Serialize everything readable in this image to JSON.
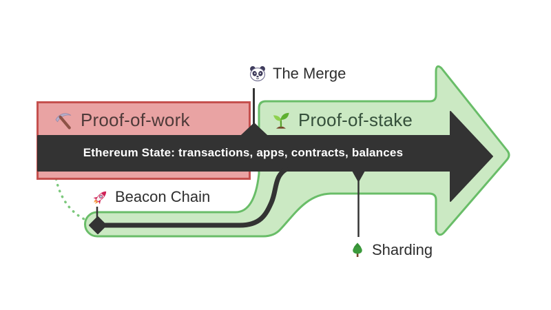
{
  "diagram_title": "Ethereum transition from Proof-of-work to Proof-of-stake",
  "colors": {
    "background": "#ffffff",
    "pow_fill": "#e9a3a3",
    "pow_border": "#c5504e",
    "pow_text": "#4e3a39",
    "pos_fill": "#cbe9c3",
    "pos_border": "#69bd68",
    "pos_text": "#35503b",
    "dark": "#333333",
    "state_text": "#ffffff",
    "milestone_text": "#2e2e2e",
    "dashed_link": "#7cc87c"
  },
  "pow": {
    "label": "Proof-of-work",
    "icon": "pickaxe-icon",
    "glyph": "⛏️"
  },
  "pos": {
    "label": "Proof-of-stake",
    "icon": "seedling-icon",
    "glyph": "🌱"
  },
  "state_bar": {
    "label": "Ethereum State: transactions, apps, contracts, balances"
  },
  "milestones": {
    "merge": {
      "label": "The Merge",
      "icon": "panda-icon",
      "glyph": "🐼"
    },
    "beacon": {
      "label": "Beacon Chain",
      "icon": "rocket-icon",
      "glyph": "🚀"
    },
    "sharding": {
      "label": "Sharding",
      "icon": "tree-icon",
      "glyph": "🌳"
    }
  }
}
